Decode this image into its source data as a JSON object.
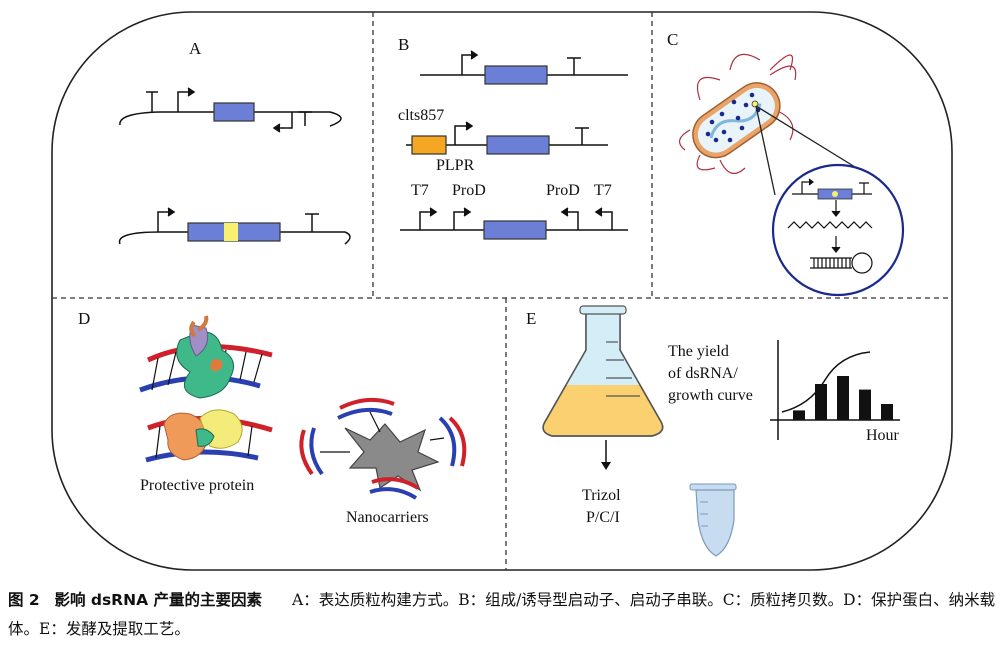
{
  "panels": {
    "A": {
      "label": "A"
    },
    "B": {
      "label": "B",
      "clts": "clts857",
      "plpr": "PLPR",
      "t7_left": "T7",
      "prod_left": "ProD",
      "prod_right": "ProD",
      "t7_right": "T7"
    },
    "C": {
      "label": "C"
    },
    "D": {
      "label": "D",
      "protective": "Protective protein",
      "nano": "Nanocarriers"
    },
    "E": {
      "label": "E",
      "yield_line1": "The yield",
      "yield_line2": "of dsRNA/",
      "yield_line3": "growth curve",
      "hour": "Hour",
      "trizol": "Trizol",
      "pci": "P/C/I",
      "bar_heights": [
        0.12,
        0.45,
        0.55,
        0.38,
        0.2
      ]
    }
  },
  "caption": {
    "fig_label": "图 2",
    "title": "影响 dsRNA 产量的主要因素",
    "text": "A：表达质粒构建方式。B：组成/诱导型启动子、启动子串联。C：质粒拷贝数。D：保护蛋白、纳米载体。E：发酵及提取工艺。"
  },
  "colors": {
    "gene_blue": "#6b7fd6",
    "yellow": "#f7f070",
    "orange": "#f5a623",
    "cell_blue": "#1a2a8c",
    "rna_red": "#d0202a",
    "rna_blue": "#2a3fb0"
  }
}
